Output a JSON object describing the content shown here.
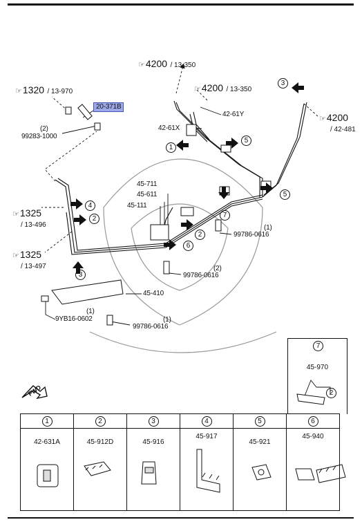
{
  "references": {
    "r4200a": {
      "main": "4200",
      "sub": "/ 13-350"
    },
    "r4200b": {
      "main": "4200",
      "sub": "/ 13-350"
    },
    "r1320": {
      "main": "1320",
      "sub": "/ 13-970"
    },
    "r4200c": {
      "main": "4200",
      "sub": "/ 42-481"
    },
    "r1325a": {
      "main": "1325",
      "sub": "/ 13-496"
    },
    "r1325b": {
      "main": "1325",
      "sub": "/ 13-497"
    }
  },
  "labels": {
    "highlight": "20-371B",
    "qty2": "(2)",
    "p99283": "99283-1000",
    "p42_61Y": "42-61Y",
    "p42_61X": "42-61X",
    "p45_711": "45-711",
    "p45_611": "45-611",
    "p45_111": "45-111",
    "qty1a": "(1)",
    "p99786a": "99786-0616",
    "qty2b": "(2)",
    "p99786b": "99786-0616",
    "p45_410": "45-410",
    "qty1b": "(1)",
    "p9YB16": "9YB16-0602",
    "qty1c": "(1)",
    "p99786c": "99786-0616",
    "fwd": "FWD"
  },
  "callouts": [
    "1",
    "2",
    "3",
    "4",
    "5",
    "6",
    "7"
  ],
  "inset": {
    "num": "7",
    "part": "45-970",
    "sub": "2"
  },
  "legend": [
    {
      "num": "1",
      "part": "42-631A"
    },
    {
      "num": "2",
      "part": "45-912D"
    },
    {
      "num": "3",
      "part": "45-916"
    },
    {
      "num": "4",
      "part": "45-917"
    },
    {
      "num": "5",
      "part": "45-921"
    },
    {
      "num": "6",
      "part": "45-940"
    }
  ],
  "colors": {
    "highlight": "#9da8e8",
    "ink": "#111111"
  }
}
